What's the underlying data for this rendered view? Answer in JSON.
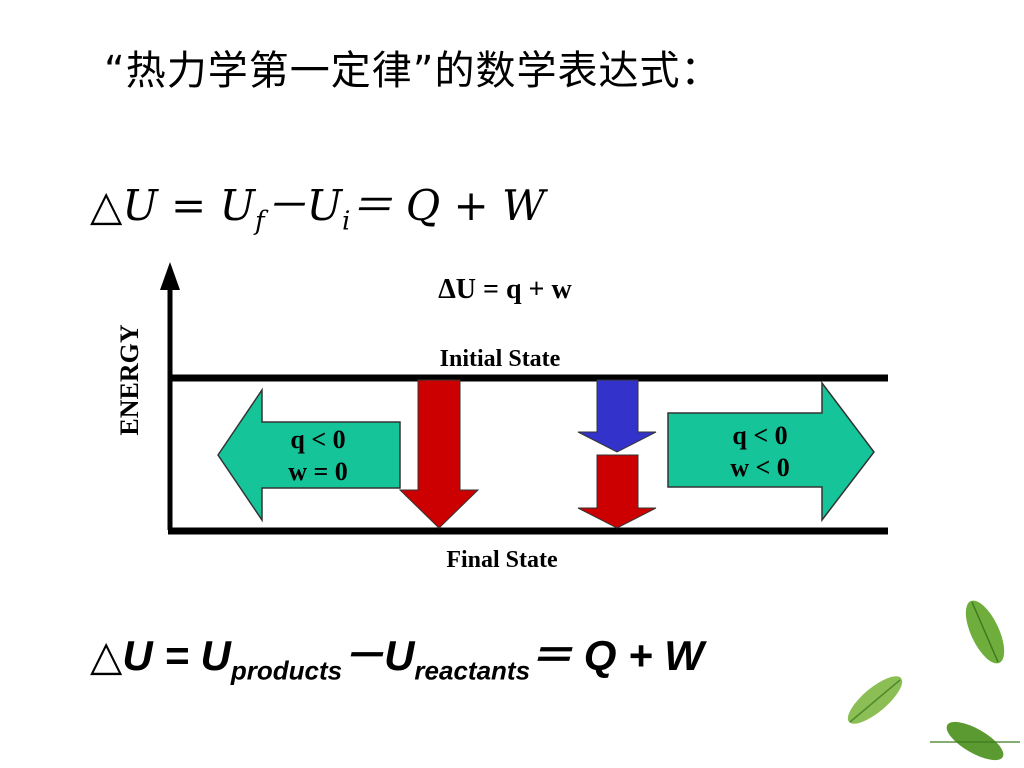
{
  "slide": {
    "title": "“热力学第一定律”的数学表达式：",
    "equation1": {
      "delta": "△",
      "lhs": "U = U",
      "sub_f": "f",
      "minus": "－U",
      "sub_i": "i",
      "rhs": "＝ Q + W"
    },
    "equation2": {
      "delta": "△",
      "lhs": "U = U",
      "sub_products": "products",
      "minus": "－U",
      "sub_reactants": "reactants",
      "rhs": "＝ Q + W"
    }
  },
  "diagram": {
    "header": "ΔU = q + w",
    "axis_label": "ENERGY",
    "initial_state": "Initial State",
    "final_state": "Final State",
    "left_arrow": {
      "line1": "q < 0",
      "line2": "w = 0"
    },
    "right_arrow": {
      "line1": "q < 0",
      "line2": "w < 0"
    },
    "colors": {
      "green": "#16c49a",
      "red": "#cc0000",
      "blue": "#3333cc",
      "line": "#000000"
    }
  }
}
